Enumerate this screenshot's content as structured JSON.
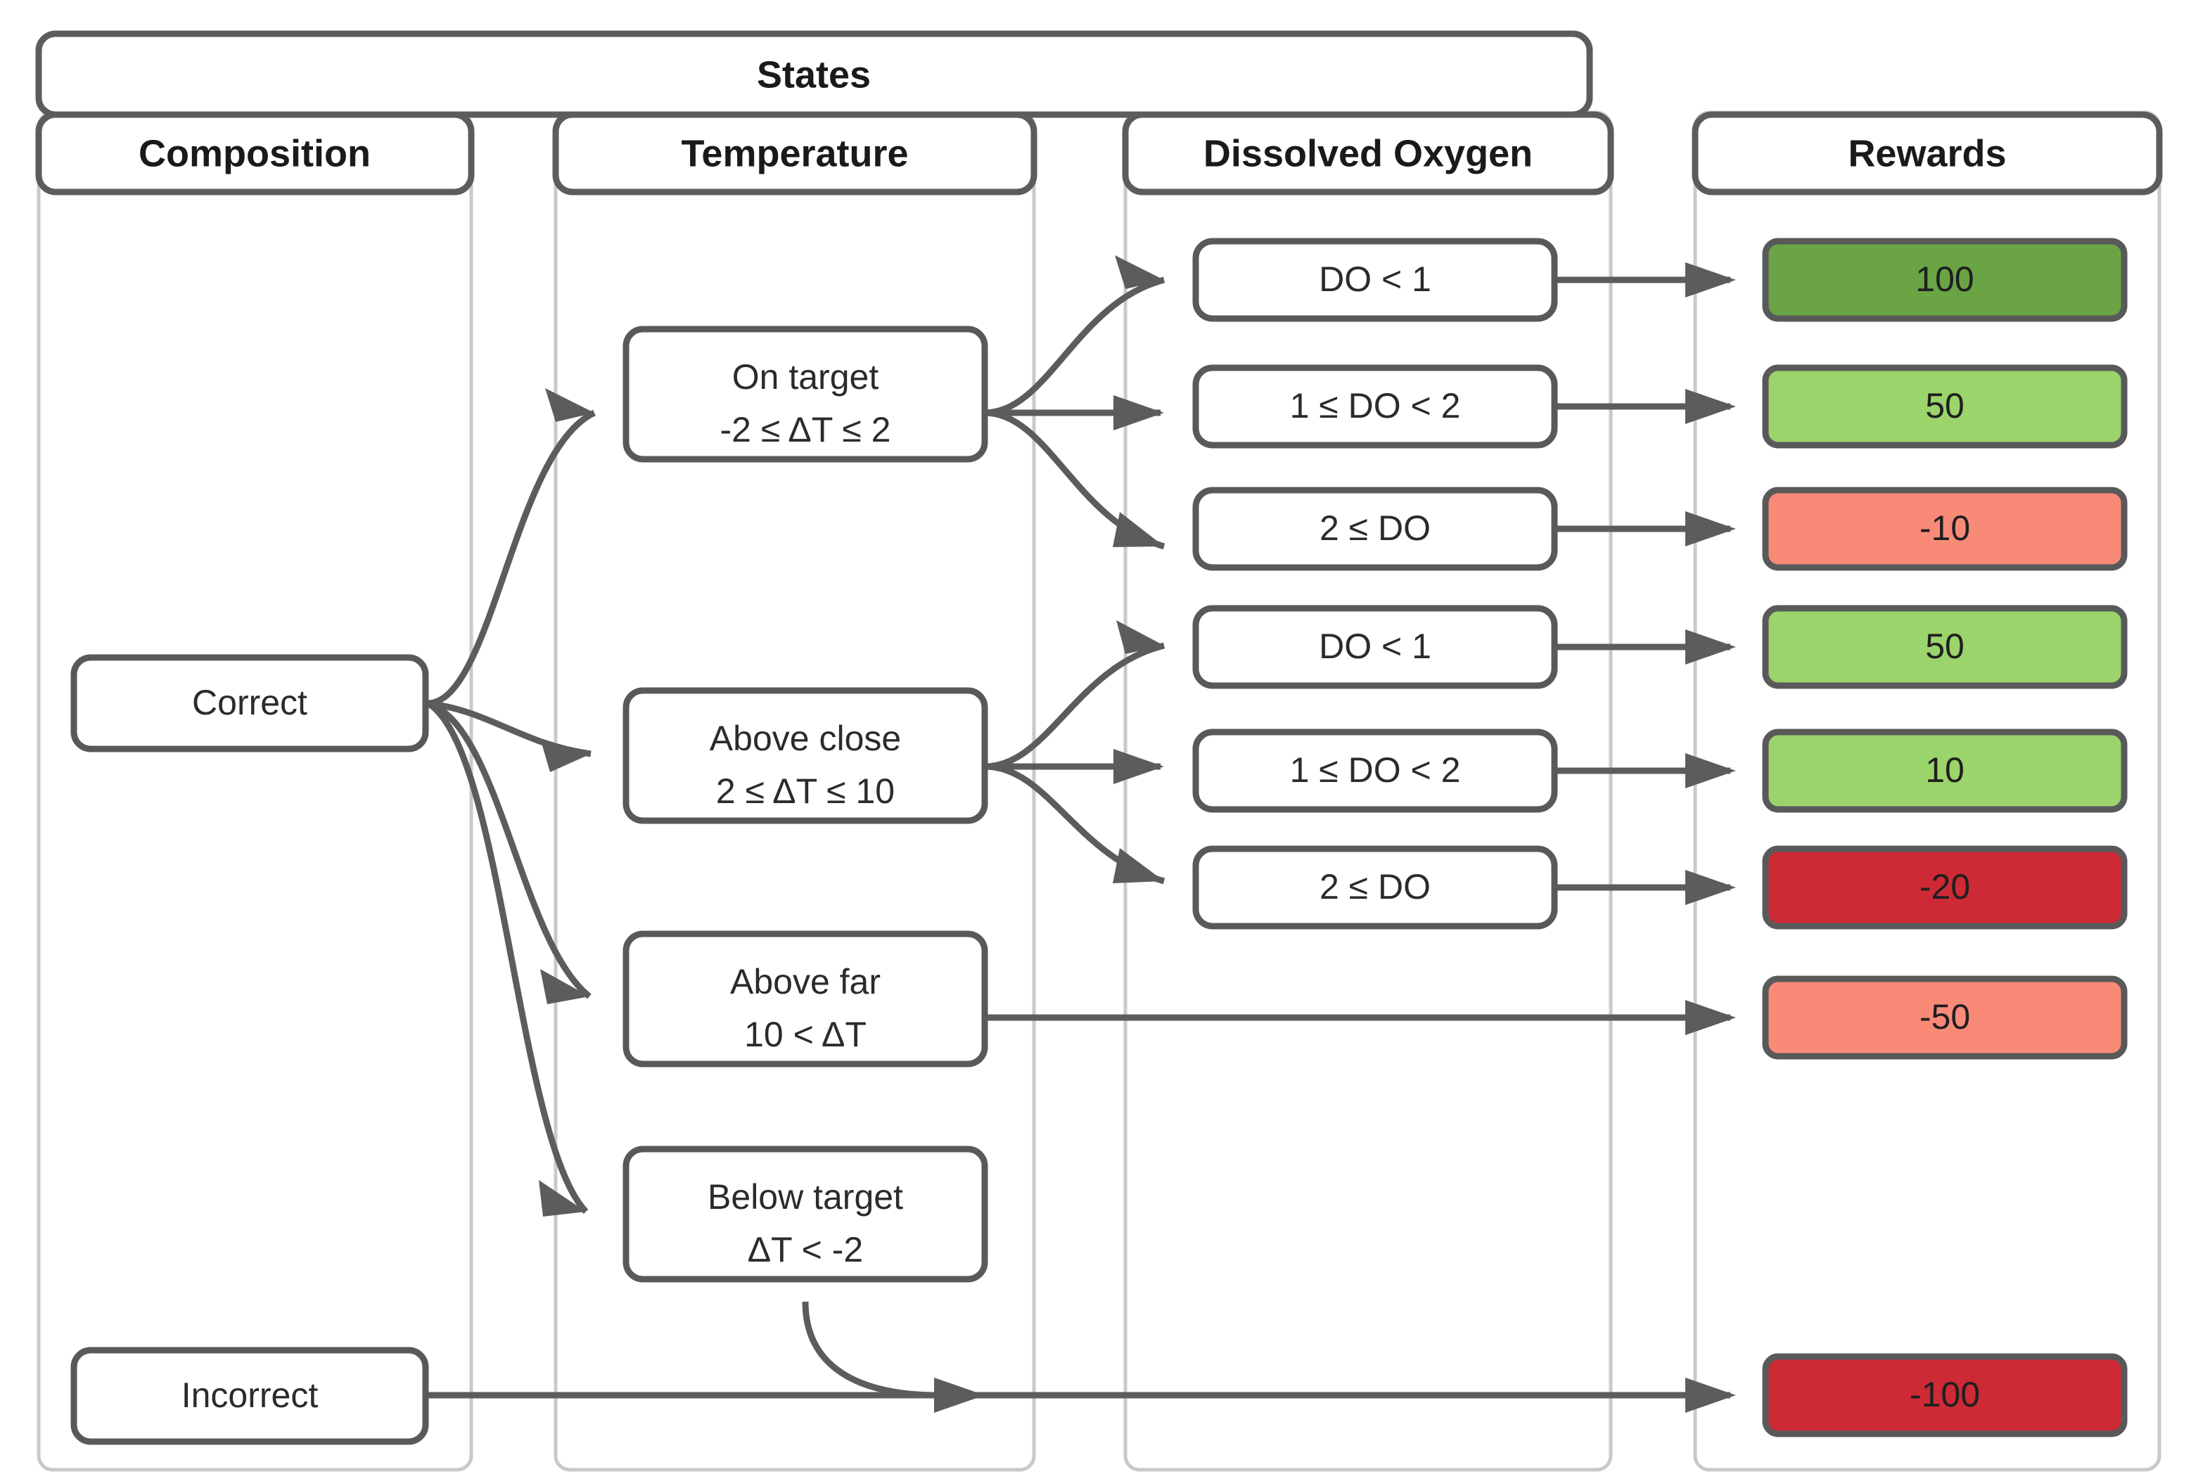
{
  "diagram": {
    "title": "States",
    "super_header": {
      "label": "States"
    },
    "columns": [
      {
        "key": "composition",
        "label": "Composition"
      },
      {
        "key": "temperature",
        "label": "Temperature"
      },
      {
        "key": "dissolved_oxygen",
        "label": "Dissolved Oxygen"
      },
      {
        "key": "rewards",
        "label": "Rewards"
      }
    ],
    "composition_nodes": [
      {
        "id": "correct",
        "label": "Correct"
      },
      {
        "id": "incorrect",
        "label": "Incorrect"
      }
    ],
    "temperature_nodes": [
      {
        "id": "on-target",
        "line1": "On target",
        "line2": "-2 ≤ ΔT ≤ 2"
      },
      {
        "id": "above-close",
        "line1": "Above close",
        "line2": "2 ≤ ΔT ≤ 10"
      },
      {
        "id": "above-far",
        "line1": "Above far",
        "line2": "10 < ΔT"
      },
      {
        "id": "below-target",
        "line1": "Below target",
        "line2": "ΔT < -2"
      }
    ],
    "do_nodes": [
      {
        "id": "do-lt1-a",
        "label": "DO < 1"
      },
      {
        "id": "do-1to2-a",
        "label": "1 ≤ DO < 2"
      },
      {
        "id": "do-ge2-a",
        "label": "2 ≤ DO"
      },
      {
        "id": "do-lt1-b",
        "label": "DO < 1"
      },
      {
        "id": "do-1to2-b",
        "label": "1 ≤ DO < 2"
      },
      {
        "id": "do-ge2-b",
        "label": "2 ≤ DO"
      }
    ],
    "reward_nodes": [
      {
        "id": "reward-100",
        "label": "100",
        "color": "#6aa444"
      },
      {
        "id": "reward-50a",
        "label": "50",
        "color": "#9bd46b"
      },
      {
        "id": "reward-n10",
        "label": "-10",
        "color": "#fa8a78"
      },
      {
        "id": "reward-50b",
        "label": "50",
        "color": "#9bd46b"
      },
      {
        "id": "reward-10",
        "label": "10",
        "color": "#9bd46b"
      },
      {
        "id": "reward-n20",
        "label": "-20",
        "color": "#cd2a35"
      },
      {
        "id": "reward-n50",
        "label": "-50",
        "color": "#fa8a78"
      },
      {
        "id": "reward-n100",
        "label": "-100",
        "color": "#cd2a35"
      }
    ],
    "colors": {
      "node_border": "#595959",
      "lane_border": "#c9c9c9",
      "edge": "#5c5c5c",
      "reward_high_green": "#6aa444",
      "reward_light_green": "#9bd46b",
      "reward_salmon": "#fa8a78",
      "reward_dark_red": "#cd2a35"
    }
  }
}
